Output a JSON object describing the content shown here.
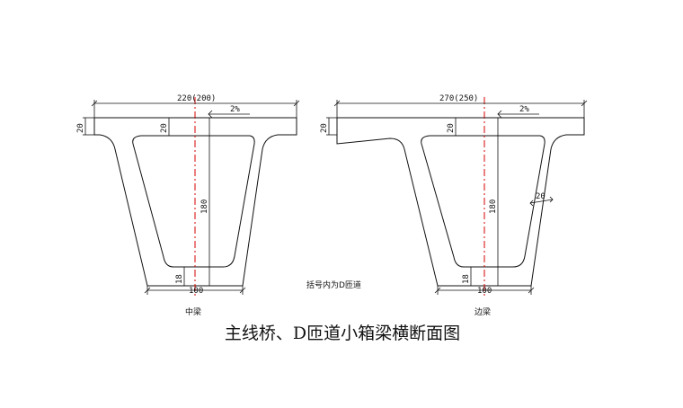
{
  "left_beam": {
    "top_width": "220(200)",
    "slope": "2%",
    "flange_thickness": "20",
    "top_slab": "20",
    "height": "180",
    "bottom_slab": "18",
    "bottom_width": "100",
    "name": "中梁"
  },
  "right_beam": {
    "top_width": "270(250)",
    "slope": "2%",
    "flange_thickness": "20",
    "top_slab": "20",
    "height": "180",
    "web_thickness": "20",
    "bottom_slab": "18",
    "bottom_width": "100",
    "name": "边梁"
  },
  "note": "括号内为D匝道",
  "caption": "主线桥、D匝道小箱梁横断面图"
}
